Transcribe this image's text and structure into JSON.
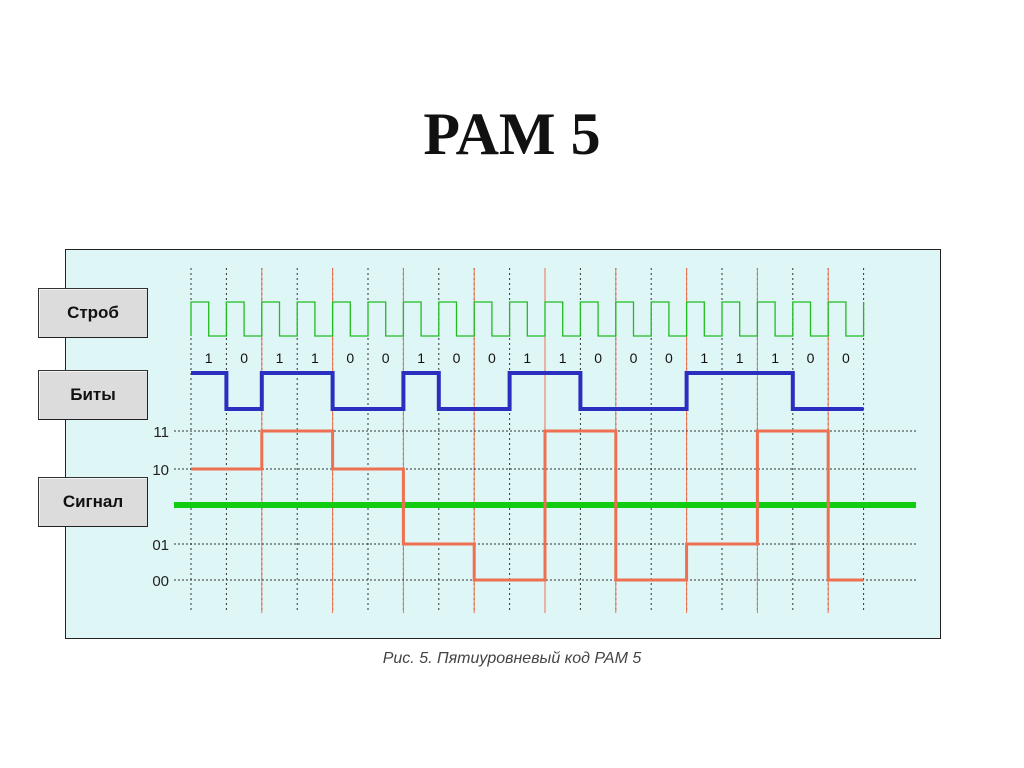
{
  "slide": {
    "title": "PAM 5"
  },
  "diagram": {
    "labels": {
      "strobe": "Строб",
      "bits": "Биты",
      "signal": "Сигнал"
    },
    "bits": [
      "1",
      "0",
      "1",
      "1",
      "0",
      "0",
      "1",
      "0",
      "0",
      "1",
      "1",
      "0",
      "0",
      "0",
      "1",
      "1",
      "1",
      "0",
      "0"
    ],
    "level_labels": [
      "11",
      "10",
      "01",
      "00"
    ],
    "signal_levels": [
      "10",
      "11",
      "10",
      "01",
      "00",
      "11",
      "00",
      "01",
      "11",
      "00"
    ],
    "colors": {
      "strobe": "#22bb22",
      "bits": "#2b2fbf",
      "signal": "#ee7050",
      "zero_line": "#11cc11",
      "background": "#dff6f7",
      "grid": "#333333",
      "bit_boundary": "#ee7050"
    },
    "caption": "Рис. 5. Пятиуровневый код PAM 5"
  }
}
